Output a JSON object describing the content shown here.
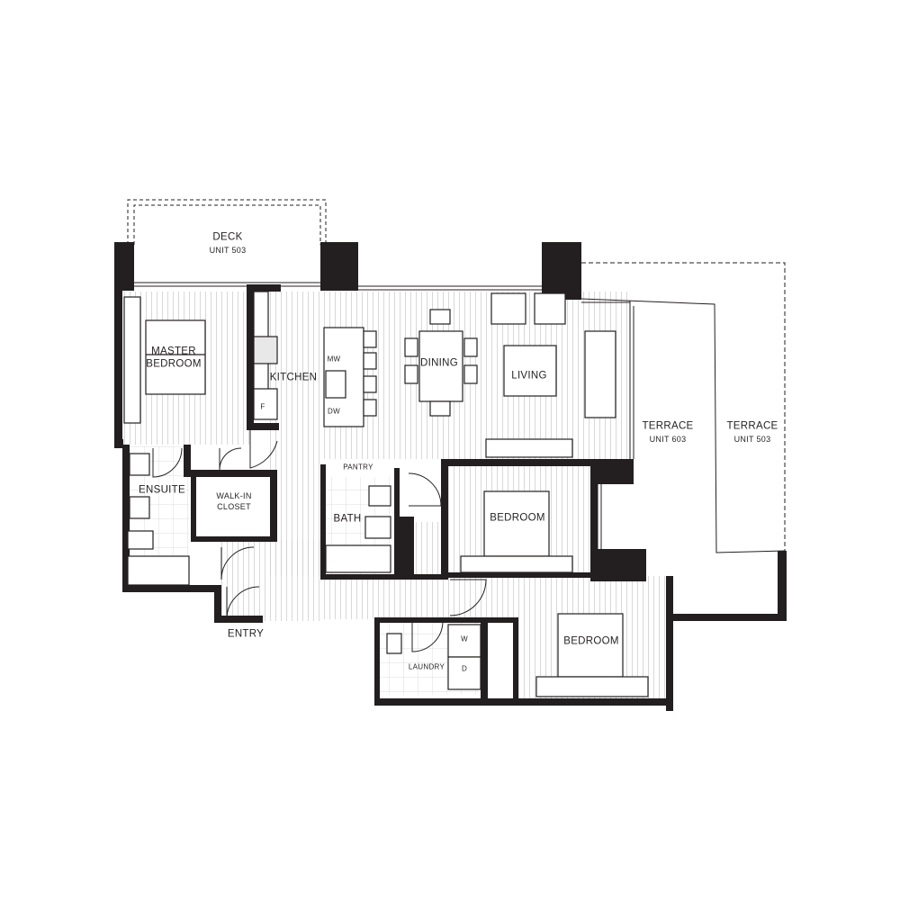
{
  "rooms": {
    "deck": "DECK",
    "deck_unit": "UNIT 503",
    "master_line1": "MASTER",
    "master_line2": "BEDROOM",
    "kitchen": "KITCHEN",
    "dining": "DINING",
    "living": "LIVING",
    "terrace_603": "TERRACE",
    "terrace_603_unit": "UNIT 603",
    "terrace_503": "TERRACE",
    "terrace_503_unit": "UNIT 503",
    "ensuite": "ENSUITE",
    "walkin_line1": "WALK-IN",
    "walkin_line2": "CLOSET",
    "pantry": "PANTRY",
    "bath": "BATH",
    "bedroom_1": "BEDROOM",
    "bedroom_2": "BEDROOM",
    "entry": "ENTRY",
    "laundry": "LAUNDRY"
  },
  "appliances": {
    "microwave": "MW",
    "dishwasher": "DW",
    "fridge": "F",
    "washer": "W",
    "dryer": "D"
  },
  "colors": {
    "wall": "#231f20",
    "floor_lines": "#c9c9c9",
    "background": "#ffffff"
  }
}
